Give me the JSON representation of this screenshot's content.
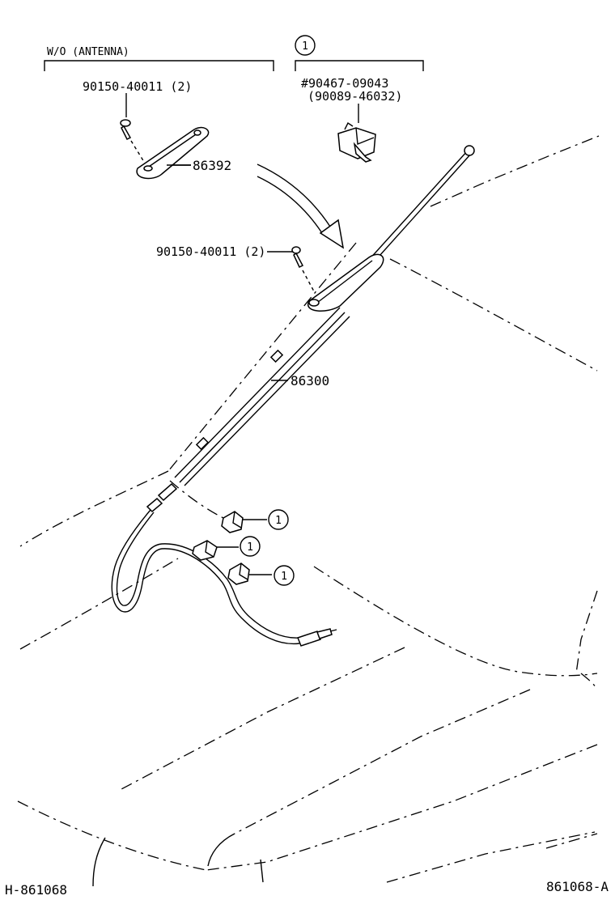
{
  "labels": {
    "section_left": "W/O (ANTENNA)",
    "section_right_ref": "1",
    "screw_top": "90150-40011 (2)",
    "clip_part": "#90467-09043",
    "clip_alt": "(90089-46032)",
    "cover": "86392",
    "screw_mid": "90150-40011 (2)",
    "antenna": "86300",
    "ref_1": "1",
    "ref_2": "1",
    "ref_3": "1",
    "code_left": "H-861068",
    "code_right": "861068-A"
  }
}
